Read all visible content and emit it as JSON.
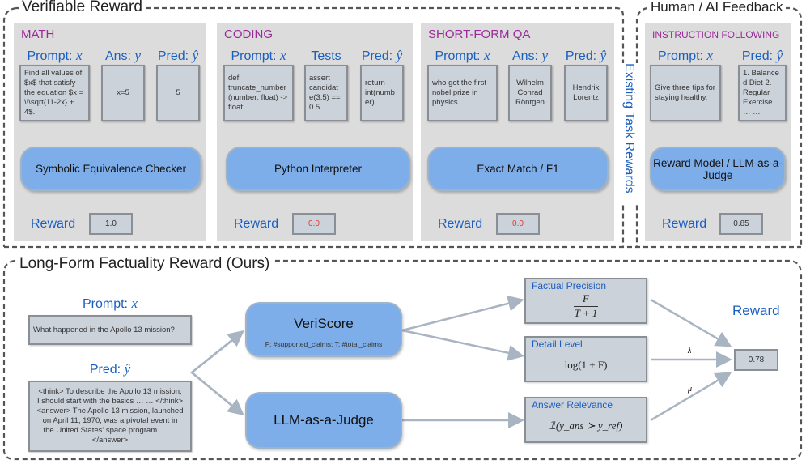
{
  "sections": {
    "verifiable": "Verifiable Reward",
    "human_ai": "Human / AI Feedback",
    "existing": "Existing Task Rewards",
    "ours": "Long-Form Factuality Reward (Ours)"
  },
  "panels": [
    {
      "title": "MATH",
      "cols": [
        {
          "label": "Prompt: ",
          "var": "x",
          "text": "Find all values of $x$ that satisfy the equation $x = \\!\\sqrt{11-2x} + 4$."
        },
        {
          "label": "Ans: ",
          "var": "y",
          "text": "x=5"
        },
        {
          "label": "Pred: ",
          "var": "ŷ",
          "text": "5"
        }
      ],
      "checker": "Symbolic Equivalence Checker",
      "reward_label": "Reward",
      "reward": "1.0",
      "reward_color": "#333333"
    },
    {
      "title": "CODING",
      "cols": [
        {
          "label": "Prompt: ",
          "var": "x",
          "text": "def truncate_number (number: float) -> float: … …"
        },
        {
          "label": "Tests",
          "var": "",
          "text": "assert candidat e(3.5) == 0.5 … …"
        },
        {
          "label": "Pred: ",
          "var": "ŷ",
          "text": "return int(numb er)"
        }
      ],
      "checker": "Python Interpreter",
      "reward_label": "Reward",
      "reward": "0.0",
      "reward_color": "#e53a2a"
    },
    {
      "title": "SHORT-FORM QA",
      "cols": [
        {
          "label": "Prompt: ",
          "var": "x",
          "text": "who got the first nobel prize in physics"
        },
        {
          "label": "Ans: ",
          "var": "y",
          "text": "Wilhelm Conrad Röntgen"
        },
        {
          "label": "Pred: ",
          "var": "ŷ",
          "text": "Hendrik Lorentz"
        }
      ],
      "checker": "Exact Match / F1",
      "reward_label": "Reward",
      "reward": "0.0",
      "reward_color": "#e53a2a"
    },
    {
      "title": "INSTRUCTION FOLLOWING",
      "cols": [
        {
          "label": "Prompt: ",
          "var": "x",
          "text": "Give three tips for staying healthy."
        },
        {
          "label": "Pred: ",
          "var": "ŷ",
          "text": "1. Balance d Diet 2. Regular Exercise … …"
        }
      ],
      "checker": "Reward Model / LLM-as-a-Judge",
      "reward_label": "Reward",
      "reward": "0.85",
      "reward_color": "#333333"
    }
  ],
  "ours": {
    "prompt_label": "Prompt: ",
    "prompt_var": "x",
    "prompt_text": "What happened in the Apollo 13 mission?",
    "pred_label": "Pred: ",
    "pred_var": "ŷ",
    "pred_text": "<think> To describe the Apollo 13 mission, I should start with the basics … …  </think> <answer> The Apollo 13 mission, launched on April 11, 1970, was a pivotal event in the United States' space program … … </answer>",
    "veriscore": "VeriScore",
    "veriscore_note": "F: #supported_claims; T: #total_claims",
    "judge": "LLM-as-a-Judge",
    "metrics": [
      {
        "title": "Factual Precision",
        "formula_num": "F",
        "formula_den": "T + 1"
      },
      {
        "title": "Detail Level",
        "formula": "log(1 + F)"
      },
      {
        "title": "Answer Relevance",
        "formula": "𝟙(y_ans ≻ y_ref)"
      }
    ],
    "lambda": "λ",
    "mu": "μ",
    "reward_label": "Reward",
    "reward": "0.78"
  },
  "colors": {
    "accent_blue": "#1a5fbf",
    "title_purple": "#9b2a9b",
    "box_blue": "#7eaee9",
    "box_gray": "#ccd2da",
    "arrow": "#a9b4c2"
  }
}
